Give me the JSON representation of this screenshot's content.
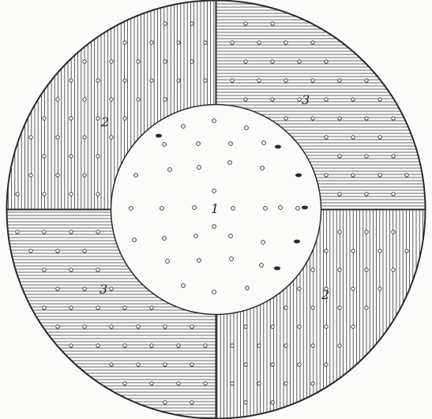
{
  "figure": {
    "labels": {
      "center": "1",
      "upper_left": "2",
      "upper_right": "3",
      "lower_left": "3",
      "lower_right": "2"
    },
    "colors": {
      "ink": "#2a2a2a",
      "paper": "#fbfbf9",
      "hatch": "#3a3a3a"
    }
  }
}
